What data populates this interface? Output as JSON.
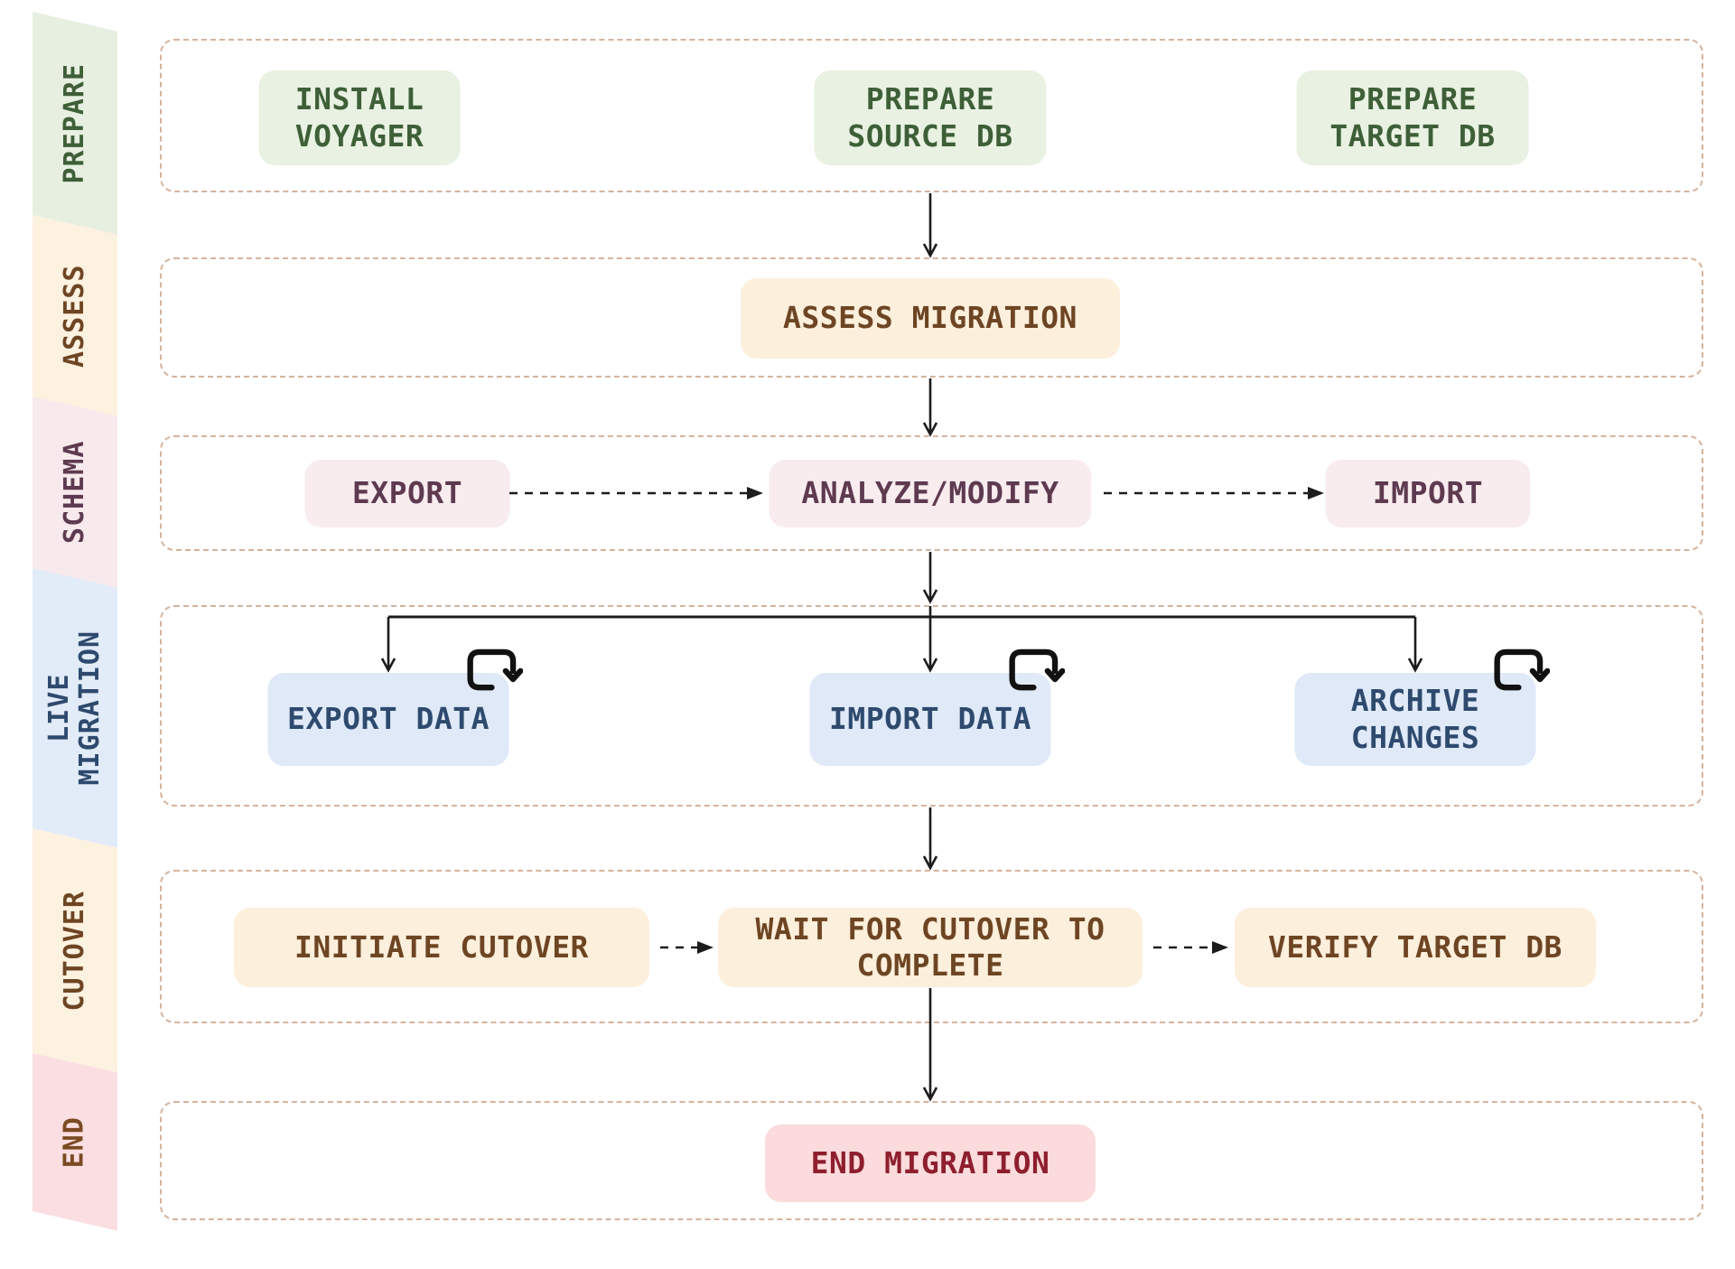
{
  "phases": [
    {
      "label": "PREPARE",
      "nodes": [
        {
          "label": "INSTALL\nVOYAGER"
        },
        {
          "label": "PREPARE\nSOURCE DB"
        },
        {
          "label": "PREPARE\nTARGET DB"
        }
      ]
    },
    {
      "label": "ASSESS",
      "nodes": [
        {
          "label": "ASSESS MIGRATION"
        }
      ]
    },
    {
      "label": "SCHEMA",
      "nodes": [
        {
          "label": "EXPORT"
        },
        {
          "label": "ANALYZE/MODIFY"
        },
        {
          "label": "IMPORT"
        }
      ]
    },
    {
      "label": "LIVE\nMIGRATION",
      "nodes": [
        {
          "label": "EXPORT DATA",
          "repeats": true
        },
        {
          "label": "IMPORT DATA",
          "repeats": true
        },
        {
          "label": "ARCHIVE\nCHANGES",
          "repeats": true
        }
      ]
    },
    {
      "label": "CUTOVER",
      "nodes": [
        {
          "label": "INITIATE CUTOVER"
        },
        {
          "label": "WAIT FOR CUTOVER TO\nCOMPLETE"
        },
        {
          "label": "VERIFY TARGET DB"
        }
      ]
    },
    {
      "label": "END",
      "nodes": [
        {
          "label": "END MIGRATION"
        }
      ]
    }
  ],
  "palette": {
    "prepare_bg": "#e8f1e2",
    "prepare_text": "#3e5f38",
    "assess_bg": "#fcefdc",
    "assess_text": "#6e4523",
    "schema_bg": "#f8ecef",
    "schema_text": "#5e3a50",
    "live_bg": "#dfe9f8",
    "live_text": "#2e4a6e",
    "cutover_bg": "#fcefdc",
    "cutover_text": "#6e4523",
    "end_bg": "#fbdbdb",
    "end_text": "#8e1f2e",
    "end_band_bg": "#fbdee2",
    "end_band_text": "#7a4a22",
    "row_border": "#d5b49e",
    "arrow": "#1c1c1c"
  }
}
